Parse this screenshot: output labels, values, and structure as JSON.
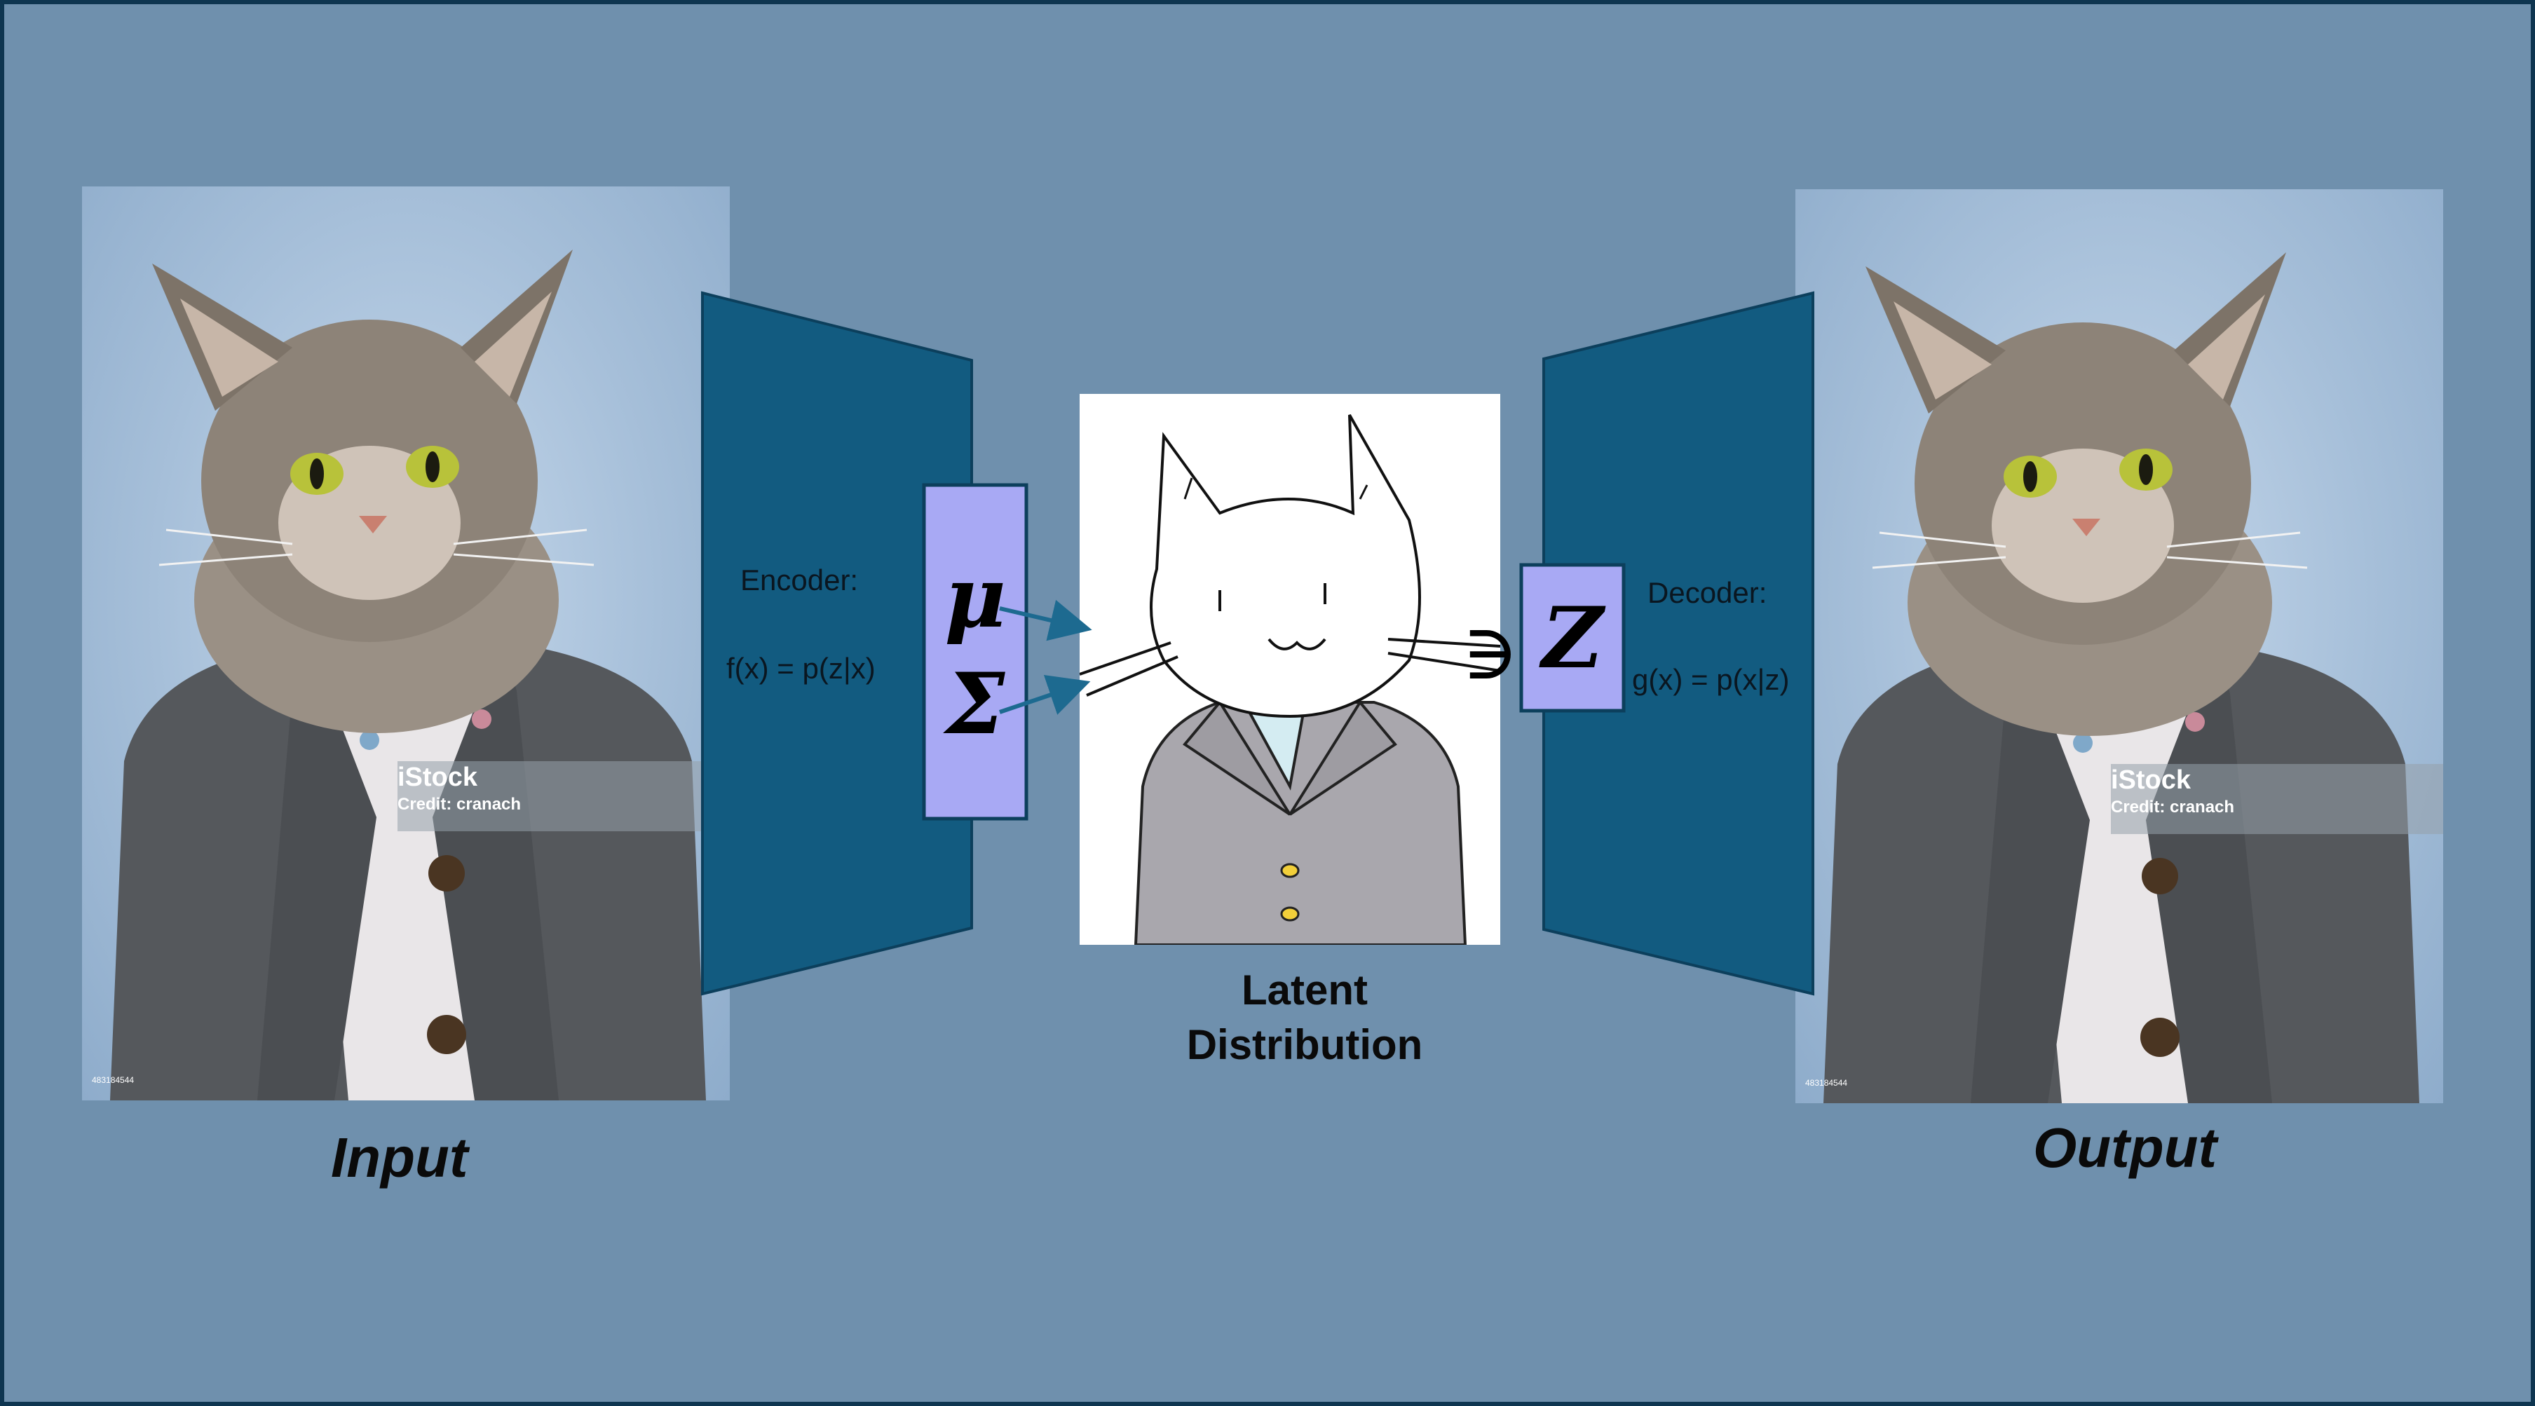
{
  "encoder": {
    "title": "Encoder:",
    "formula": "f(x) = p(z|x)",
    "mu_symbol": "μ",
    "sigma_symbol": "Σ"
  },
  "decoder": {
    "title": "Decoder:",
    "formula": "g(x) = p(x|z)",
    "z_symbol": "Z",
    "element_of_symbol": "∋"
  },
  "latent": {
    "label_line1": "Latent",
    "label_line2": "Distribution"
  },
  "input_label": "Input",
  "output_label": "Output",
  "watermark": {
    "brand": "iStock",
    "credit": "Credit: cranach",
    "image_id": "483184544"
  },
  "colors": {
    "background": "#6f90ad",
    "border": "#0e3550",
    "encoder_decoder_fill": "#125b80",
    "latent_box_fill": "#a8a9f4",
    "arrow": "#1d6a90"
  },
  "icons": [
    "cat-photo",
    "cartoon-cat-sketch",
    "arrow-icon"
  ]
}
